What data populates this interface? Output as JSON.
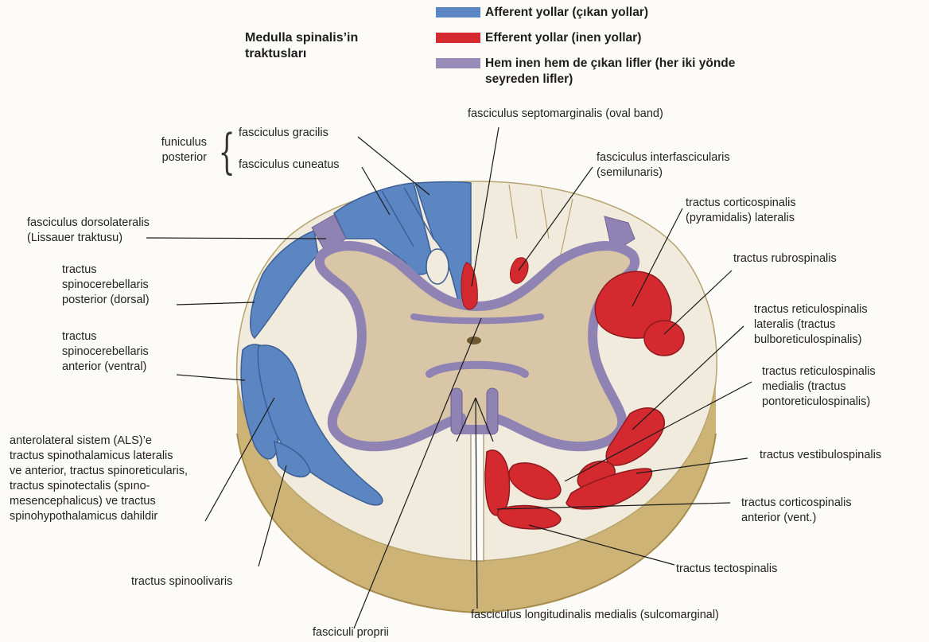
{
  "title": "Medulla spinalis’in\ntraktusları",
  "legend": [
    {
      "label": "Afferent yollar (çıkan yollar)",
      "color": "#5b86c1"
    },
    {
      "label": "Efferent yollar (inen yollar)",
      "color": "#d42a2f"
    },
    {
      "label": "Hem inen hem de çıkan lifler (her iki yönde\nseyreden lifler)",
      "color": "#9a8cb8"
    }
  ],
  "colors": {
    "afferent": "#5b86c1",
    "efferent": "#d42a2f",
    "mixed": "#8f83b3",
    "white_matter": "#f1ebdd",
    "gray_matter": "#d8c6a6",
    "side": "#cdb476"
  },
  "labels": {
    "funiculus_posterior": "funiculus\nposterior",
    "brace": "{",
    "fasciculus_gracilis": "fasciculus gracilis",
    "fasciculus_cuneatus": "fasciculus cuneatus",
    "fasciculus_septomarginalis": "fasciculus septomarginalis (oval band)",
    "fasciculus_interfascicularis": "fasciculus interfascicularis\n(semilunaris)",
    "tractus_corticospinalis_lateralis": "tractus corticospinalis\n(pyramidalis) lateralis",
    "tractus_rubrospinalis": "tractus rubrospinalis",
    "tractus_reticulospinalis_lateralis": "tractus reticulospinalis\nlateralis (tractus\nbulboreticulospinalis)",
    "tractus_reticulospinalis_medialis": "tractus reticulospinalis\nmedialis (tractus\npontoreticulospinalis)",
    "tractus_vestibulospinalis": "tractus vestibulospinalis",
    "tractus_corticospinalis_anterior": "tractus corticospinalis\nanterior (vent.)",
    "tractus_tectospinalis": "tractus tectospinalis",
    "fasciculus_longitudinalis_medialis": "fasciculus longitudinalis medialis (sulcomarginal)",
    "fasciculi_proprii": "fasciculi proprii",
    "tractus_spinoolivaris": "tractus spinoolivaris",
    "als": "anterolateral sistem (ALS)’e\ntractus spinothalamicus lateralis\nve anterior, tractus spinoreticularis,\ntractus spinotectalis  (spıno-\nmesencephalicus) ve tractus\nspinohypothalamicus dahildir",
    "tractus_spinocerebellaris_anterior": "tractus\nspinocerebellaris\nanterior (ventral)",
    "tractus_spinocerebellaris_posterior": "tractus\nspinocerebellaris\nposterior (dorsal)",
    "fasciculus_dorsolateralis": "fasciculus dorsolateralis\n(Lissauer traktusu)"
  }
}
